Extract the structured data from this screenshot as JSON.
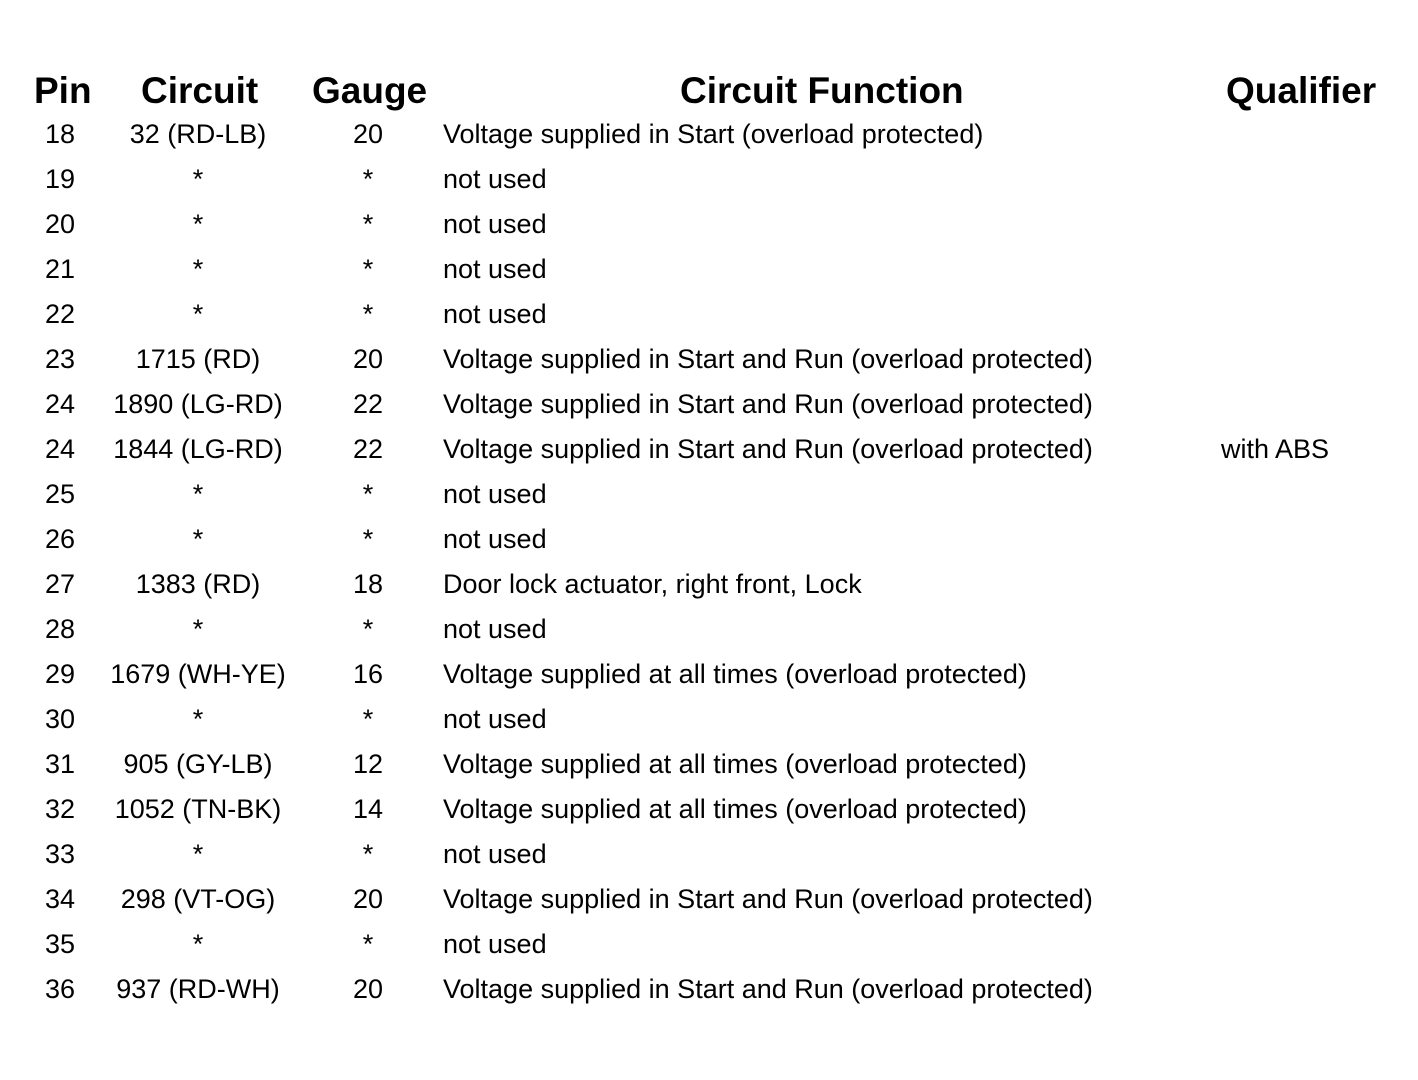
{
  "headers": {
    "pin": "Pin",
    "circuit": "Circuit",
    "gauge": "Gauge",
    "function": "Circuit Function",
    "qualifier": "Qualifier"
  },
  "rows": [
    {
      "pin": "18",
      "circuit": "32 (RD-LB)",
      "gauge": "20",
      "function": "Voltage supplied in Start (overload protected)",
      "qualifier": ""
    },
    {
      "pin": "19",
      "circuit": "*",
      "gauge": "*",
      "function": "not used",
      "qualifier": ""
    },
    {
      "pin": "20",
      "circuit": "*",
      "gauge": "*",
      "function": "not used",
      "qualifier": ""
    },
    {
      "pin": "21",
      "circuit": "*",
      "gauge": "*",
      "function": "not used",
      "qualifier": ""
    },
    {
      "pin": "22",
      "circuit": "*",
      "gauge": "*",
      "function": "not used",
      "qualifier": ""
    },
    {
      "pin": "23",
      "circuit": "1715 (RD)",
      "gauge": "20",
      "function": "Voltage supplied in Start and Run (overload protected)",
      "qualifier": ""
    },
    {
      "pin": "24",
      "circuit": "1890 (LG-RD)",
      "gauge": "22",
      "function": "Voltage supplied in Start and Run (overload protected)",
      "qualifier": ""
    },
    {
      "pin": "24",
      "circuit": "1844 (LG-RD)",
      "gauge": "22",
      "function": "Voltage supplied in Start and Run (overload protected)",
      "qualifier": "with ABS"
    },
    {
      "pin": "25",
      "circuit": "*",
      "gauge": "*",
      "function": "not used",
      "qualifier": ""
    },
    {
      "pin": "26",
      "circuit": "*",
      "gauge": "*",
      "function": "not used",
      "qualifier": ""
    },
    {
      "pin": "27",
      "circuit": "1383 (RD)",
      "gauge": "18",
      "function": "Door lock actuator, right front, Lock",
      "qualifier": ""
    },
    {
      "pin": "28",
      "circuit": "*",
      "gauge": "*",
      "function": "not used",
      "qualifier": ""
    },
    {
      "pin": "29",
      "circuit": "1679 (WH-YE)",
      "gauge": "16",
      "function": "Voltage supplied at all times (overload protected)",
      "qualifier": ""
    },
    {
      "pin": "30",
      "circuit": "*",
      "gauge": "*",
      "function": "not used",
      "qualifier": ""
    },
    {
      "pin": "31",
      "circuit": "905 (GY-LB)",
      "gauge": "12",
      "function": "Voltage supplied at all times (overload protected)",
      "qualifier": ""
    },
    {
      "pin": "32",
      "circuit": "1052 (TN-BK)",
      "gauge": "14",
      "function": "Voltage supplied at all times (overload protected)",
      "qualifier": ""
    },
    {
      "pin": "33",
      "circuit": "*",
      "gauge": "*",
      "function": "not used",
      "qualifier": ""
    },
    {
      "pin": "34",
      "circuit": "298 (VT-OG)",
      "gauge": "20",
      "function": "Voltage supplied in Start and Run (overload protected)",
      "qualifier": ""
    },
    {
      "pin": "35",
      "circuit": "*",
      "gauge": "*",
      "function": "not used",
      "qualifier": ""
    },
    {
      "pin": "36",
      "circuit": "937 (RD-WH)",
      "gauge": "20",
      "function": "Voltage supplied in Start and Run (overload protected)",
      "qualifier": ""
    }
  ]
}
